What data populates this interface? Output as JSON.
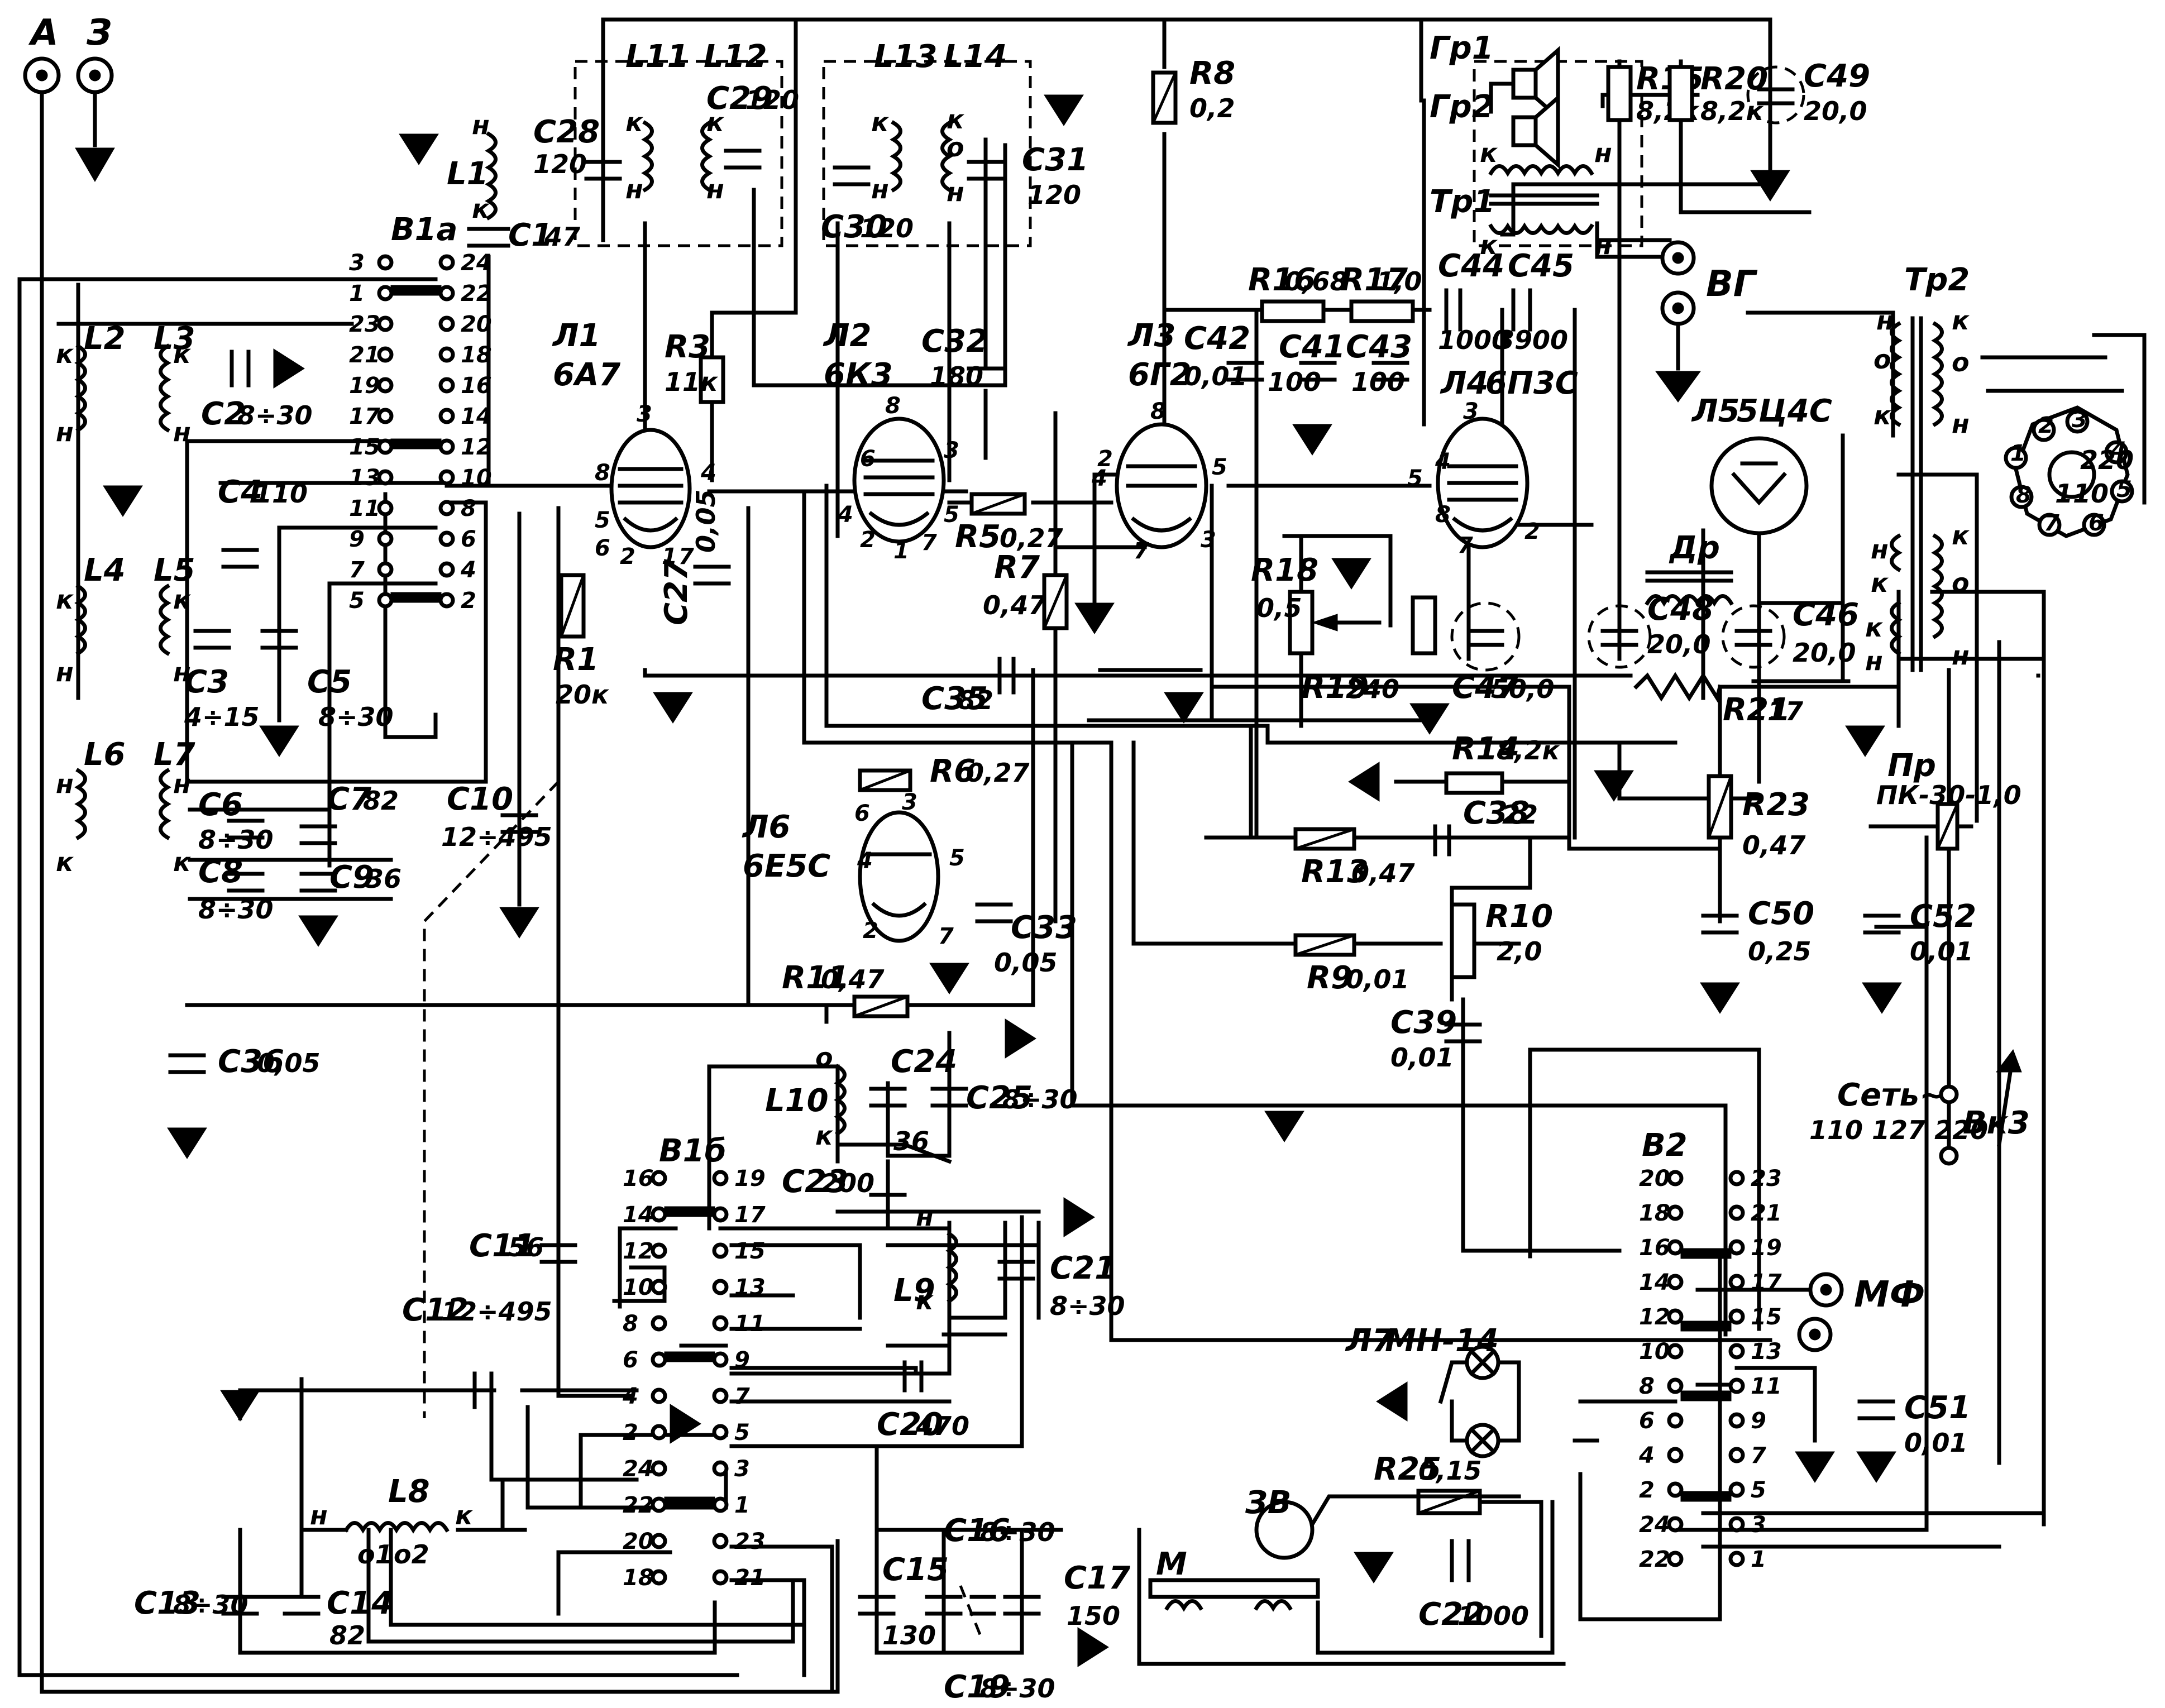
{
  "title": "",
  "terminals": [
    {
      "id": "antenna",
      "label": "А"
    },
    {
      "id": "ground",
      "label": "З"
    },
    {
      "id": "pickup",
      "label": "ВГ"
    },
    {
      "id": "mic",
      "label": "МФ"
    }
  ],
  "tubes": [
    {
      "ref": "Л1",
      "type": "6А7"
    },
    {
      "ref": "Л2",
      "type": "6К3"
    },
    {
      "ref": "Л3",
      "type": "6Г2"
    },
    {
      "ref": "Л4",
      "type": "6П3С"
    },
    {
      "ref": "Л5",
      "type": "5Ц4С"
    },
    {
      "ref": "Л6",
      "type": "6Е5С"
    },
    {
      "ref": "Л7",
      "type": "МН-14"
    }
  ],
  "resistors": [
    {
      "ref": "R1",
      "value": "20к"
    },
    {
      "ref": "R3",
      "value": "11к"
    },
    {
      "ref": "R5",
      "value": "0,27"
    },
    {
      "ref": "R6",
      "value": "0,27"
    },
    {
      "ref": "R7",
      "value": "0,47"
    },
    {
      "ref": "R8",
      "value": "0,2"
    },
    {
      "ref": "R9",
      "value": "0,01"
    },
    {
      "ref": "R10",
      "value": "2,0"
    },
    {
      "ref": "R11",
      "value": "0,47"
    },
    {
      "ref": "R13",
      "value": "0,47"
    },
    {
      "ref": "R14",
      "value": "8,2к"
    },
    {
      "ref": "R15",
      "value": "8,2к"
    },
    {
      "ref": "R16",
      "value": "0,68"
    },
    {
      "ref": "R17",
      "value": "1,0"
    },
    {
      "ref": "R18",
      "value": "0,5"
    },
    {
      "ref": "R19",
      "value": "240"
    },
    {
      "ref": "R20",
      "value": "8,2к"
    },
    {
      "ref": "R21",
      "value": "17"
    },
    {
      "ref": "R23",
      "value": "0,47"
    },
    {
      "ref": "R25",
      "value": "0,15"
    }
  ],
  "capacitors": [
    {
      "ref": "C1",
      "value": "47"
    },
    {
      "ref": "C2",
      "value": "8÷30"
    },
    {
      "ref": "C3",
      "value": "4÷15"
    },
    {
      "ref": "C4",
      "value": "110"
    },
    {
      "ref": "C5",
      "value": "8÷30"
    },
    {
      "ref": "C6",
      "value": "8÷30"
    },
    {
      "ref": "C7",
      "value": "82"
    },
    {
      "ref": "C8",
      "value": "8÷30"
    },
    {
      "ref": "C9",
      "value": "36"
    },
    {
      "ref": "C10",
      "value": "12÷495"
    },
    {
      "ref": "C11",
      "value": "56"
    },
    {
      "ref": "C12",
      "value": "12÷495"
    },
    {
      "ref": "C13",
      "value": "8÷30"
    },
    {
      "ref": "C14",
      "value": "82"
    },
    {
      "ref": "C15",
      "value": "130"
    },
    {
      "ref": "C16",
      "value": "8÷30"
    },
    {
      "ref": "C17",
      "value": "150"
    },
    {
      "ref": "C19",
      "value": "8÷30"
    },
    {
      "ref": "C20",
      "value": "470"
    },
    {
      "ref": "C21",
      "value": "8÷30"
    },
    {
      "ref": "C22",
      "value": "1000"
    },
    {
      "ref": "C23",
      "value": "200"
    },
    {
      "ref": "C24",
      "value": "36"
    },
    {
      "ref": "C25",
      "value": "8÷30"
    },
    {
      "ref": "C27",
      "value": "0,05"
    },
    {
      "ref": "C28",
      "value": "120"
    },
    {
      "ref": "C29",
      "value": "120"
    },
    {
      "ref": "C30",
      "value": "120"
    },
    {
      "ref": "C31",
      "value": "120"
    },
    {
      "ref": "C32",
      "value": "180"
    },
    {
      "ref": "C33",
      "value": "0,05"
    },
    {
      "ref": "C35",
      "value": "82"
    },
    {
      "ref": "C36",
      "value": "0,05"
    },
    {
      "ref": "C38",
      "value": "22"
    },
    {
      "ref": "C39",
      "value": "0,01"
    },
    {
      "ref": "C41",
      "value": "100"
    },
    {
      "ref": "C42",
      "value": "0,01"
    },
    {
      "ref": "C43",
      "value": "100"
    },
    {
      "ref": "C44",
      "value": "1000"
    },
    {
      "ref": "C45",
      "value": "3900"
    },
    {
      "ref": "C46",
      "value": "20,0"
    },
    {
      "ref": "C47",
      "value": "50,0"
    },
    {
      "ref": "C48",
      "value": "20,0"
    },
    {
      "ref": "C49",
      "value": "20,0"
    },
    {
      "ref": "C50",
      "value": "0,25"
    },
    {
      "ref": "C51",
      "value": "0,01"
    },
    {
      "ref": "C52",
      "value": "0,01"
    }
  ],
  "inductors": [
    "L1",
    "L2",
    "L3",
    "L4",
    "L5",
    "L6",
    "L7",
    "L8",
    "L9",
    "L10",
    "L11",
    "L12",
    "L13",
    "L14"
  ],
  "transformers": [
    "Тр1",
    "Тр2",
    "Др"
  ],
  "speakers": [
    "Гр1",
    "Гр2"
  ],
  "switches": [
    "В1а",
    "В1б",
    "В2",
    "Вк3"
  ],
  "motor": {
    "ref": "М",
    "lamp": "ЗВ"
  },
  "fuse": {
    "ref": "Пр",
    "value": "ПК-30-1,0"
  },
  "mains": {
    "label": "Сеть~",
    "voltages": "110 127 220"
  },
  "voltage_selector": {
    "center": "110",
    "right": "220"
  },
  "winding_marks": {
    "start": "н",
    "end": "к",
    "mid": "о"
  },
  "l8_taps": [
    "о1",
    "о2"
  ],
  "switch_contacts": {
    "b1a_left": [
      "3",
      "1",
      "23",
      "21",
      "19",
      "17",
      "15",
      "13",
      "11",
      "9",
      "7",
      "5"
    ],
    "b1a_right": [
      "24",
      "22",
      "20",
      "18",
      "16",
      "14",
      "12",
      "10",
      "8",
      "6",
      "4",
      "2"
    ],
    "b1b_left": [
      "16",
      "14",
      "12",
      "10",
      "8",
      "6",
      "4",
      "2",
      "24",
      "22",
      "20",
      "18"
    ],
    "b1b_right": [
      "19",
      "17",
      "15",
      "13",
      "11",
      "9",
      "7",
      "5",
      "3",
      "1",
      "23",
      "21"
    ],
    "b2_left": [
      "20",
      "18",
      "16",
      "14",
      "12",
      "10",
      "8",
      "6",
      "4",
      "2",
      "24",
      "22"
    ],
    "b2_right": [
      "23",
      "21",
      "19",
      "17",
      "15",
      "13",
      "11",
      "9",
      "7",
      "5",
      "3",
      "1"
    ]
  },
  "tube_pins": {
    "l1": [
      "3",
      "8",
      "4",
      "5",
      "6",
      "2",
      "1",
      "7"
    ],
    "l2": [
      "8",
      "6",
      "3",
      "4",
      "5",
      "2",
      "1",
      "7"
    ],
    "l3": [
      "8",
      "2",
      "4",
      "5",
      "7",
      "3"
    ],
    "l4": [
      "3",
      "5",
      "4",
      "8",
      "7",
      "2"
    ],
    "l6": [
      "3",
      "6",
      "4",
      "5",
      "2",
      "7"
    ],
    "selector": [
      "1",
      "2",
      "3",
      "4",
      "5",
      "6",
      "7",
      "8"
    ]
  }
}
